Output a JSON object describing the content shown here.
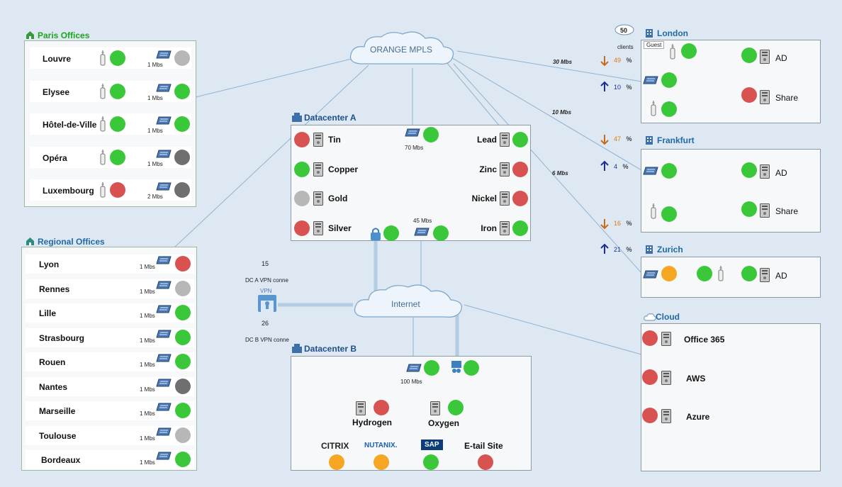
{
  "colors": {
    "up": "#3ac73a",
    "down": "#d95252",
    "unknown": "#b7b7b7",
    "offline": "#6f6f6f",
    "warning": "#f6a623",
    "link": "#8fb3d2"
  },
  "mpls": {
    "label": "ORANGE MPLS"
  },
  "internet": {
    "label": "Internet"
  },
  "paris": {
    "title": "Paris Offices",
    "sites": [
      {
        "name": "Louvre",
        "wifi": "up",
        "speed": "1 Mbs",
        "link": "unknown"
      },
      {
        "name": "Elysee",
        "wifi": "up",
        "speed": "1 Mbs",
        "link": "up"
      },
      {
        "name": "Hôtel-de-Ville",
        "wifi": "up",
        "speed": "1 Mbs",
        "link": "up"
      },
      {
        "name": "Opéra",
        "wifi": "up",
        "speed": "1 Mbs",
        "link": "offline"
      },
      {
        "name": "Luxembourg",
        "wifi": "down",
        "speed": "2 Mbs",
        "link": "offline"
      }
    ]
  },
  "regional": {
    "title": "Regional Offices",
    "sites": [
      {
        "name": "Lyon",
        "speed": "1 Mbs",
        "link": "down"
      },
      {
        "name": "Rennes",
        "speed": "1 Mbs",
        "link": "unknown"
      },
      {
        "name": "Lille",
        "speed": "1 Mbs",
        "link": "up"
      },
      {
        "name": "Strasbourg",
        "speed": "1 Mbs",
        "link": "up"
      },
      {
        "name": "Rouen",
        "speed": "1 Mbs",
        "link": "up"
      },
      {
        "name": "Nantes",
        "speed": "1 Mbs",
        "link": "offline"
      },
      {
        "name": "Marseille",
        "speed": "1 Mbs",
        "link": "up"
      },
      {
        "name": "Toulouse",
        "speed": "1 Mbs",
        "link": "unknown"
      },
      {
        "name": "Bordeaux",
        "speed": "1 Mbs",
        "link": "up"
      }
    ]
  },
  "dca": {
    "title": "Datacenter A",
    "left": [
      {
        "name": "Tin",
        "status": "down"
      },
      {
        "name": "Copper",
        "status": "up"
      },
      {
        "name": "Gold",
        "status": "unknown"
      },
      {
        "name": "Silver",
        "status": "down"
      }
    ],
    "right": [
      {
        "name": "Lead",
        "status": "up"
      },
      {
        "name": "Zinc",
        "status": "down"
      },
      {
        "name": "Nickel",
        "status": "down"
      },
      {
        "name": "Iron",
        "status": "up"
      }
    ],
    "switch1": {
      "speed": "70 Mbs",
      "status": "up"
    },
    "switch2": {
      "speed": "45 Mbs",
      "status": "up"
    },
    "vpn": {
      "status": "up"
    }
  },
  "vpn": {
    "label": "VPN",
    "dca_count": "15",
    "dca_label": "DC A VPN conne",
    "dcb_count": "26",
    "dcb_label": "DC B VPN conne"
  },
  "dcb": {
    "title": "Datacenter B",
    "switch": {
      "speed": "100 Mbs",
      "status": "up"
    },
    "fw": {
      "status": "up"
    },
    "servers": [
      {
        "name": "Hydrogen",
        "status": "down"
      },
      {
        "name": "Oxygen",
        "status": "up"
      }
    ],
    "apps": [
      {
        "name": "CITRIX",
        "status": "warning"
      },
      {
        "name": "NUTANIX.",
        "status": "warning"
      },
      {
        "name": "SAP",
        "status": "up"
      },
      {
        "name": "E-tail Site",
        "status": "down"
      }
    ]
  },
  "london": {
    "title": "London",
    "clients": "50",
    "clients_label": "clients",
    "guest_label": "Guest",
    "guest": "up",
    "switch": "up",
    "wifi": "up",
    "servers": [
      {
        "name": "AD",
        "status": "up"
      },
      {
        "name": "Share",
        "status": "down"
      }
    ],
    "link": "30 Mbs",
    "down_pct": "49",
    "up_pct": "10",
    "pct_sign": "%"
  },
  "frankfurt": {
    "title": "Frankfurt",
    "switch": "up",
    "wifi": "up",
    "servers": [
      {
        "name": "AD",
        "status": "up"
      },
      {
        "name": "Share",
        "status": "up"
      }
    ],
    "link": "10 Mbs",
    "down_pct": "47",
    "up_pct": "4",
    "pct_sign": "%"
  },
  "zurich": {
    "title": "Zurich",
    "switch": "warning",
    "wifi": "up",
    "servers": [
      {
        "name": "AD",
        "status": "up"
      }
    ],
    "link": "6 Mbs",
    "down_pct": "16",
    "up_pct": "21",
    "pct_sign": "%"
  },
  "cloud": {
    "title": "Cloud",
    "services": [
      {
        "name": "Office 365",
        "status": "down"
      },
      {
        "name": "AWS",
        "status": "down"
      },
      {
        "name": "Azure",
        "status": "down"
      }
    ]
  }
}
